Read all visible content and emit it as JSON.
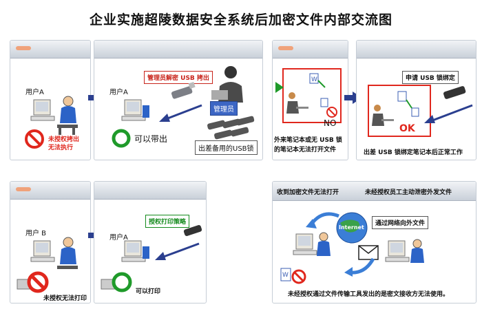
{
  "title": "企业实施超陵数据安全系统后加密文件内部交流图",
  "p1": {
    "user_left": "用户A",
    "red_left": [
      "未授权拷出",
      "无法执行"
    ],
    "user_right": "用户A",
    "admin_note": "管理员解密 USB 拷出",
    "admin_label": "管理员",
    "can_export": "可以带出",
    "usb_spare": "出差备用的USB锁"
  },
  "p2": {
    "laptop_caption_l1": "外来笔记本或无 USB 锁",
    "laptop_caption_l2": "的笔记本无法打开文件",
    "no_text": "NO",
    "apply_usb": "申请 USB 锁绑定",
    "ok_text": "OK",
    "bind_caption": "出差 USB 锁绑定笔记本后正常工作"
  },
  "p3": {
    "user_left": "用户 B",
    "cannot_print": "未授权无法打印",
    "user_right": "用户A",
    "print_policy": "授权打印策略",
    "can_print": "可以打印"
  },
  "p4": {
    "header_left": "收到加密文件无法打开",
    "header_right": "未经授权员工主动泄密外发文件",
    "send_via_net": "通过网络向外文件",
    "internet": "Internet",
    "bottom_caption": "未经授权通过文件传输工具发出的是密文接收方无法使用。"
  },
  "colors": {
    "arrow": "#2b3f8f",
    "red": "#e0271d",
    "green": "#1f9a2a",
    "panel_border": "#c6cdd6"
  }
}
